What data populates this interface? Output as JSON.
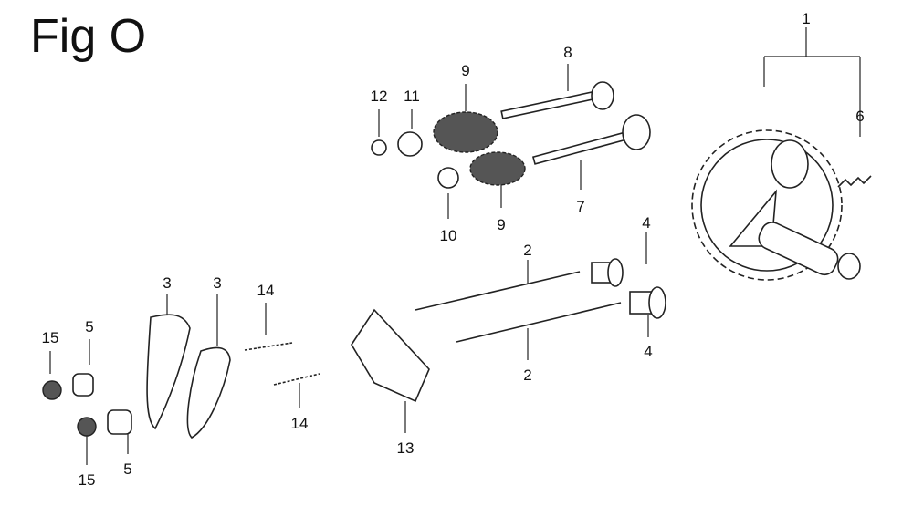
{
  "title": "Fig O",
  "callouts": {
    "c1": "1",
    "c2a": "2",
    "c2b": "2",
    "c3a": "3",
    "c3b": "3",
    "c4a": "4",
    "c4b": "4",
    "c5a": "5",
    "c5b": "5",
    "c6": "6",
    "c7": "7",
    "c8": "8",
    "c9a": "9",
    "c9b": "9",
    "c10": "10",
    "c11": "11",
    "c12": "12",
    "c13": "13",
    "c14a": "14",
    "c14b": "14",
    "c15a": "15",
    "c15b": "15"
  }
}
